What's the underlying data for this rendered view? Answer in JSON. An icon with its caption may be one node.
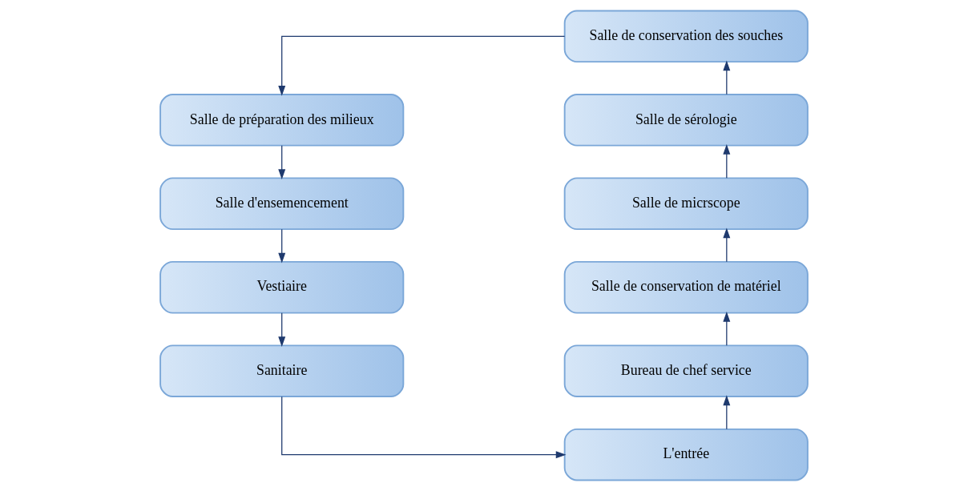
{
  "diagram": {
    "nodes": [
      {
        "text": [
          "Salle de conservation des souches"
        ]
      },
      {
        "text": [
          "Salle de préparation des milieux"
        ]
      },
      {
        "text": [
          "Salle de sérologie"
        ]
      },
      {
        "text": [
          "Salle d'ensemencement"
        ]
      },
      {
        "text": [
          "Salle de micrscope"
        ]
      },
      {
        "text": [
          "Vestiaire"
        ]
      },
      {
        "text": [
          "Salle de conservation de matériel"
        ]
      },
      {
        "text": [
          "Sanitaire"
        ]
      },
      {
        "text": [
          "Bureau de chef service"
        ]
      },
      {
        "text": [
          "L'entrée"
        ]
      }
    ],
    "edges": [
      {
        "from": 0,
        "to": 1,
        "arrow": "to"
      },
      {
        "from": 1,
        "to": 3,
        "arrow": "to"
      },
      {
        "from": 3,
        "to": 5,
        "arrow": "to"
      },
      {
        "from": 5,
        "to": 7,
        "arrow": "to"
      },
      {
        "from": 7,
        "to": 9,
        "arrow": "to"
      },
      {
        "from": 9,
        "to": 8,
        "arrow": "to"
      },
      {
        "from": 8,
        "to": 6,
        "arrow": "to"
      },
      {
        "from": 6,
        "to": 4,
        "arrow": "to"
      },
      {
        "from": 4,
        "to": 2,
        "arrow": "to"
      },
      {
        "from": 2,
        "to": 0,
        "arrow": "to"
      }
    ]
  }
}
